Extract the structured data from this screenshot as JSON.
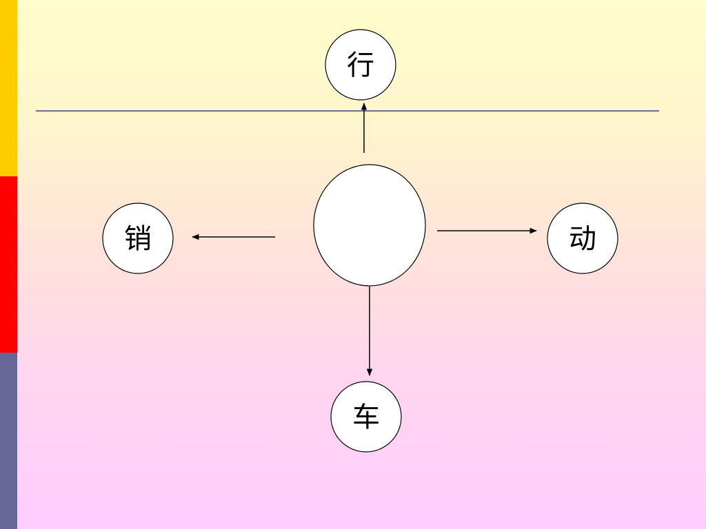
{
  "colors": {
    "accent_top": "#FFCC00",
    "accent_middle": "#FF0000",
    "accent_bottom": "#666699",
    "divider": "#6B6E99",
    "node_fill": "#FFFFFF",
    "node_stroke": "#000000"
  },
  "diagram": {
    "center_label": "",
    "nodes": {
      "top": "行",
      "left": "销",
      "right": "动",
      "bottom": "车"
    }
  }
}
